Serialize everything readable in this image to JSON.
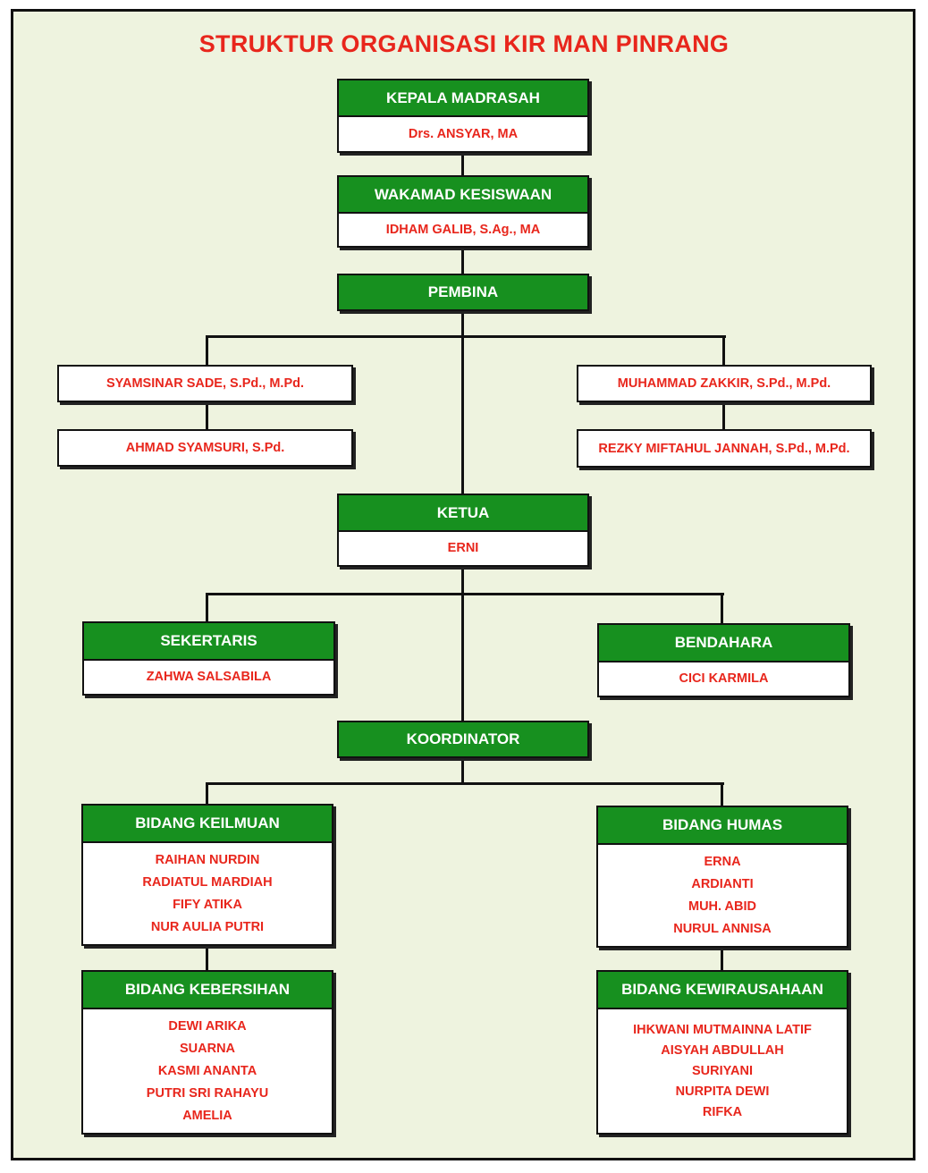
{
  "title": "STRUKTUR ORGANISASI KIR MAN PINRANG",
  "kepala": {
    "role": "KEPALA MADRASAH",
    "name": "Drs. ANSYAR, MA"
  },
  "wakamad": {
    "role": "WAKAMAD KESISWAAN",
    "name": "IDHAM GALIB, S.Ag., MA"
  },
  "pembina": {
    "role": "PEMBINA",
    "left": [
      "SYAMSINAR  SADE, S.Pd., M.Pd.",
      "AHMAD SYAMSURI,  S.Pd."
    ],
    "right": [
      "MUHAMMAD ZAKKIR, S.Pd.,  M.Pd.",
      "REZKY MIFTAHUL JANNAH, S.Pd., M.Pd."
    ]
  },
  "ketua": {
    "role": "KETUA",
    "name": "ERNI"
  },
  "sekertaris": {
    "role": "SEKERTARIS",
    "name": "ZAHWA SALSABILA"
  },
  "bendahara": {
    "role": "BENDAHARA",
    "name": "CICI KARMILA"
  },
  "koordinator": {
    "role": "KOORDINATOR"
  },
  "bidang_keilmuan": {
    "role": "BIDANG KEILMUAN",
    "members": [
      "RAIHAN  NURDIN",
      "RADIATUL  MARDIAH",
      "FIFY ATIKA",
      "NUR AULIA PUTRI"
    ]
  },
  "bidang_humas": {
    "role": "BIDANG HUMAS",
    "members": [
      "ERNA",
      "ARDIANTI",
      "MUH. ABID",
      "NURUL  ANNISA"
    ]
  },
  "bidang_kebersihan": {
    "role": "BIDANG KEBERSIHAN",
    "members": [
      "DEWI  ARIKA",
      "SUARNA",
      "KASMI  ANANTA",
      "PUTRI SRI RAHAYU",
      "AMELIA"
    ]
  },
  "bidang_kewirausahaan": {
    "role": "BIDANG KEWIRAUSAHAAN",
    "members": [
      "IHKWANI  MUTMAINNA LATIF",
      "AISYAH  ABDULLAH",
      "SURIYANI",
      "NURPITA DEWI",
      "RIFKA"
    ]
  }
}
